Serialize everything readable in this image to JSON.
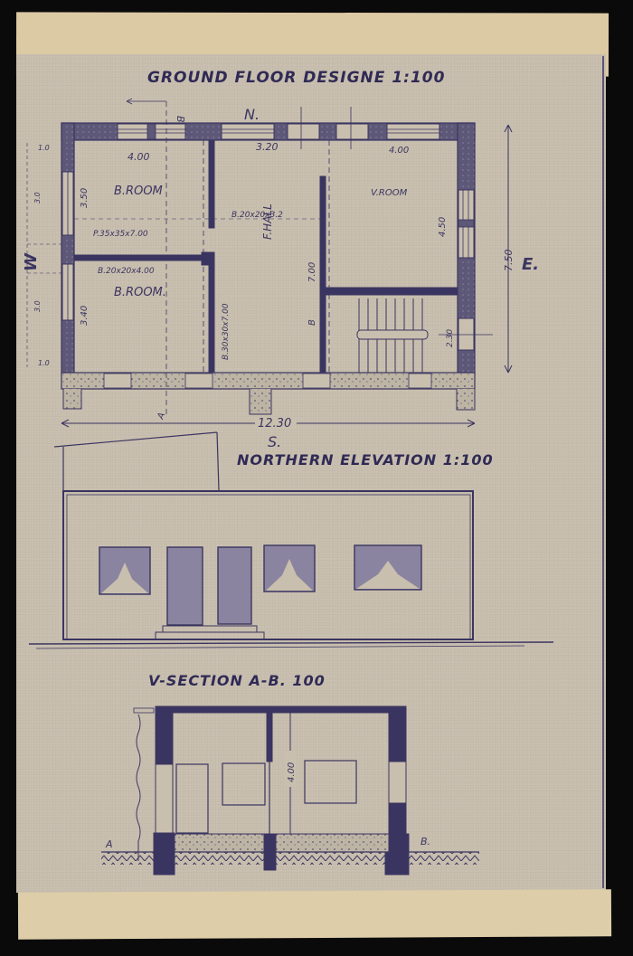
{
  "sheet": {
    "type": "architectural blueprint",
    "colors": {
      "paper": "#c9bfae",
      "ink": "#3a3560",
      "tape": "#dccaa5",
      "background": "#0b0a0b"
    }
  },
  "ground_floor": {
    "title": "GROUND FLOOR DESIGNE 1:100",
    "compass": {
      "north": "N.",
      "south": "S.",
      "east": "E.",
      "west": "W"
    },
    "section_markers": {
      "top": "B.",
      "bottom": "A"
    },
    "overall_width": "12.30",
    "overall_depth": "7.50",
    "rooms": [
      {
        "name": "B.ROOM",
        "width": "4.00",
        "depth": "3.50"
      },
      {
        "name": "B.ROOM.",
        "depth": "3.40"
      },
      {
        "name": "F.HALL",
        "width": "3.20",
        "depth": "7.00"
      },
      {
        "name": "V.ROOM",
        "width": "4.00",
        "depth": "4.50"
      }
    ],
    "annotations": {
      "pillar": "P.35x35x7.00",
      "beam_1": "B.20x20x4.00",
      "beam_2": "B.20x20x3.2",
      "beam_3": "B.30x30x7.00",
      "hall_wall_label": "B",
      "stair_dim": "2.30",
      "left_dims": [
        "1.0",
        "3.0",
        "3.0",
        "1.0"
      ]
    }
  },
  "elevation": {
    "title": "NORTHERN ELEVATION 1:100"
  },
  "section": {
    "title": "V-SECTION A-B. 100",
    "height": "4.00",
    "marker_left": "A",
    "marker_right": "B."
  }
}
